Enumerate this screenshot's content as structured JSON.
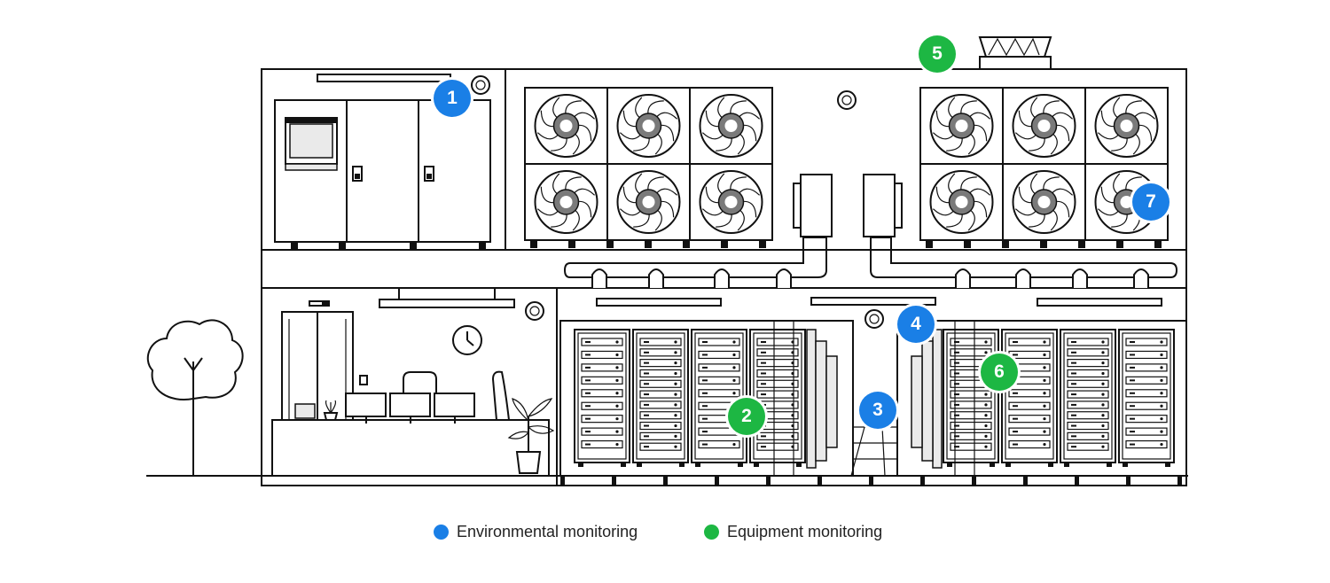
{
  "colors": {
    "environmental": "#1a7fe6",
    "equipment": "#1db743"
  },
  "markers": [
    {
      "id": "marker-1",
      "label": "1",
      "category": "environmental"
    },
    {
      "id": "marker-2",
      "label": "2",
      "category": "equipment"
    },
    {
      "id": "marker-3",
      "label": "3",
      "category": "environmental"
    },
    {
      "id": "marker-4",
      "label": "4",
      "category": "environmental"
    },
    {
      "id": "marker-5",
      "label": "5",
      "category": "equipment"
    },
    {
      "id": "marker-6",
      "label": "6",
      "category": "equipment"
    },
    {
      "id": "marker-7",
      "label": "7",
      "category": "environmental"
    }
  ],
  "legend": {
    "environmental_label": "Environmental monitoring",
    "equipment_label": "Equipment monitoring"
  }
}
